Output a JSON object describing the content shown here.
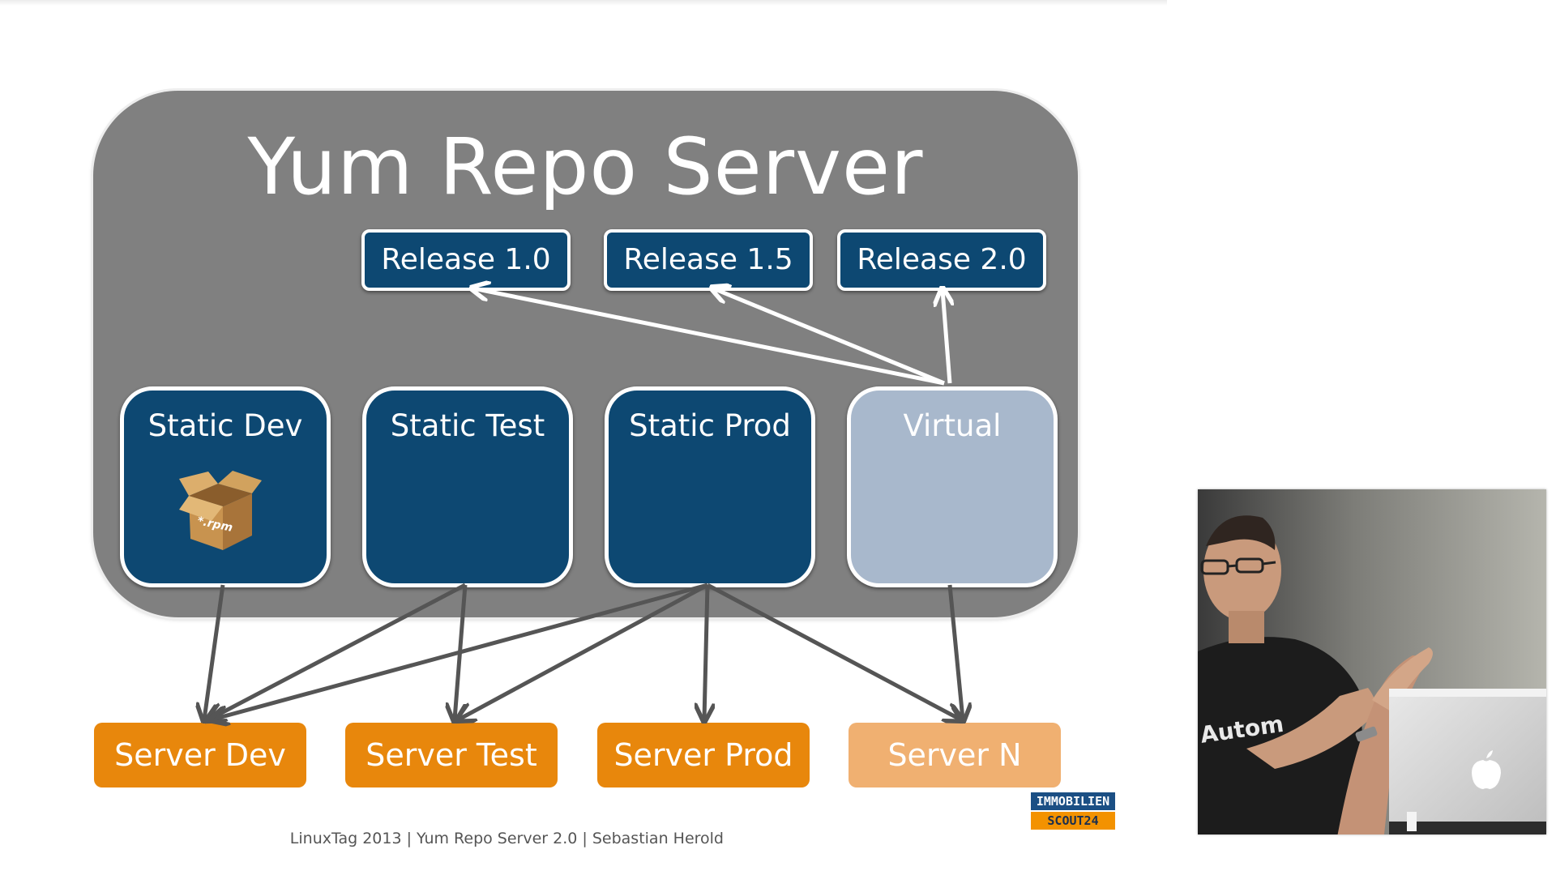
{
  "title": "Yum Repo Server",
  "releases": [
    "Release 1.0",
    "Release 1.5",
    "Release 2.0"
  ],
  "repos": [
    "Static Dev",
    "Static Test",
    "Static Prod",
    "Virtual"
  ],
  "rpm_label": "*.rpm",
  "servers": [
    "Server Dev",
    "Server Test",
    "Server Prod",
    "Server N"
  ],
  "logo": {
    "line1": "IMMOBILIEN",
    "line2": "SCOUT24"
  },
  "footer": "LinuxTag 2013 | Yum Repo Server 2.0 | Sebastian Herold",
  "presenter_shirt_text": "Autom",
  "colors": {
    "panel": "#808080",
    "repo": "#0d4872",
    "virtual_repo": "#a8b8cc",
    "server": "#e8870c",
    "server_faded": "#f0b071",
    "arrow_dark": "#555555",
    "arrow_light": "#ffffff"
  },
  "icons": [
    "rpm-package-box-icon",
    "apple-logo-icon"
  ]
}
